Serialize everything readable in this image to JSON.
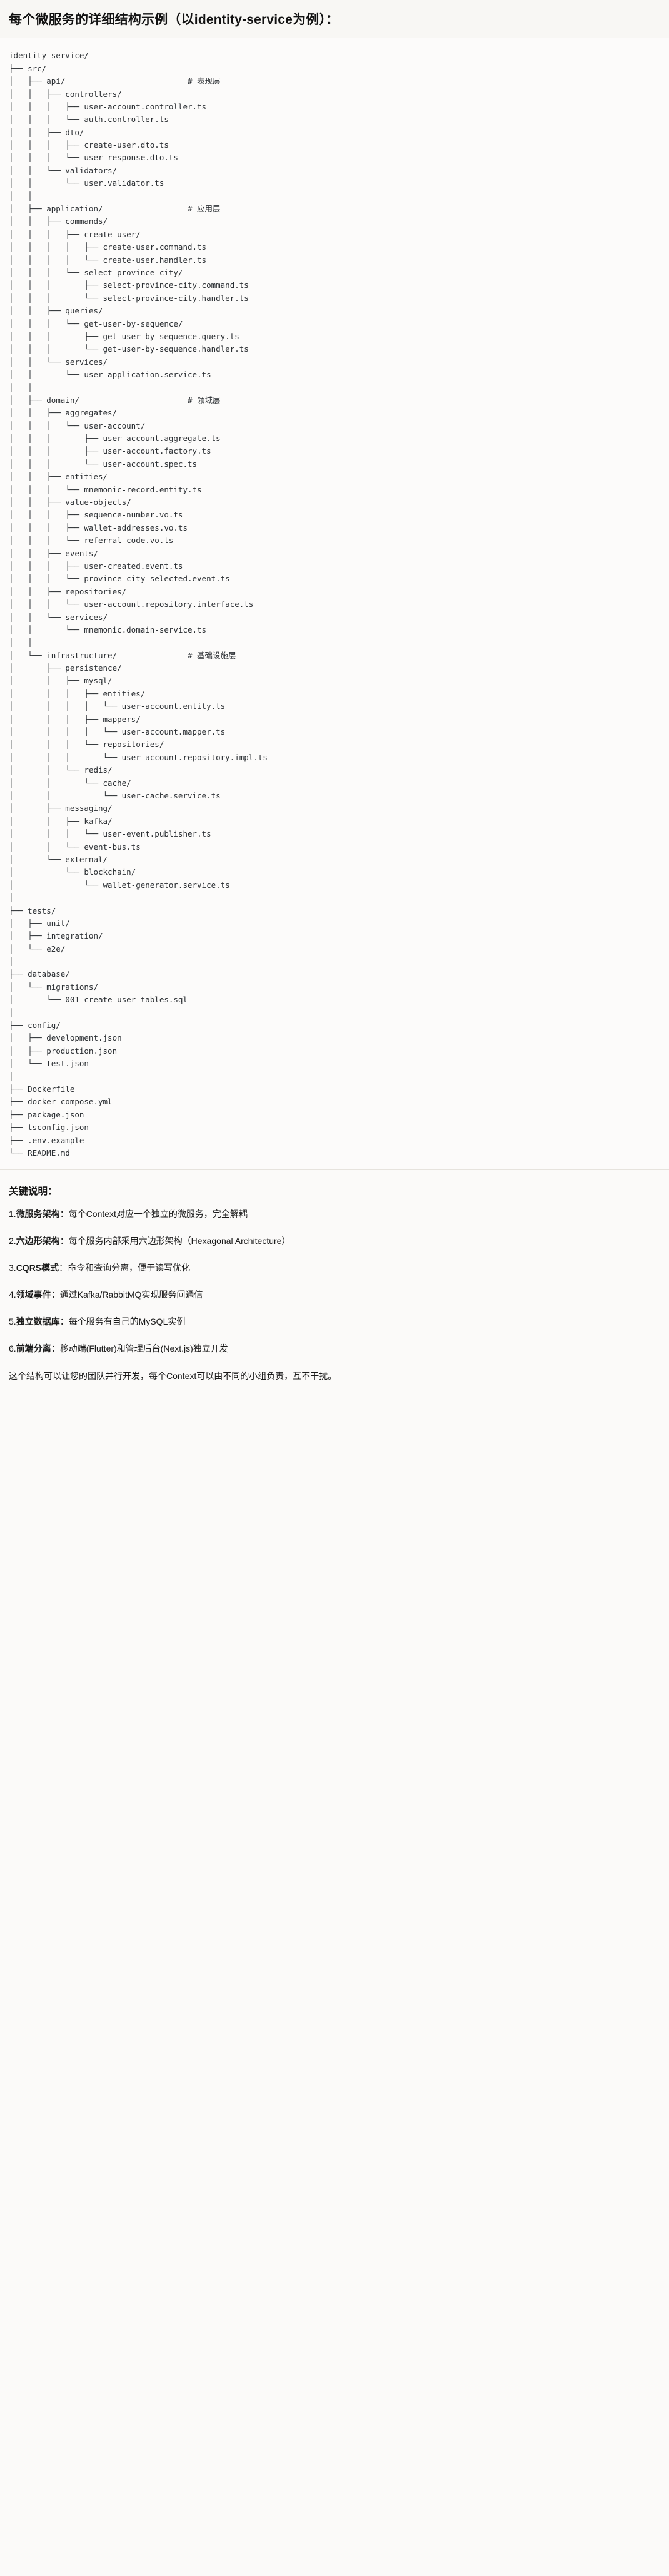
{
  "header": {
    "title": "每个微服务的详细结构示例（以identity-service为例）："
  },
  "tree": {
    "root_label": "identity-service/",
    "lines": [
      "identity-service/",
      "├── src/",
      "│   ├── api/                          # 表现层",
      "│   │   ├── controllers/",
      "│   │   │   ├── user-account.controller.ts",
      "│   │   │   └── auth.controller.ts",
      "│   │   ├── dto/",
      "│   │   │   ├── create-user.dto.ts",
      "│   │   │   └── user-response.dto.ts",
      "│   │   └── validators/",
      "│   │       └── user.validator.ts",
      "│   │",
      "│   ├── application/                  # 应用层",
      "│   │   ├── commands/",
      "│   │   │   ├── create-user/",
      "│   │   │   │   ├── create-user.command.ts",
      "│   │   │   │   └── create-user.handler.ts",
      "│   │   │   └── select-province-city/",
      "│   │   │       ├── select-province-city.command.ts",
      "│   │   │       └── select-province-city.handler.ts",
      "│   │   ├── queries/",
      "│   │   │   └── get-user-by-sequence/",
      "│   │   │       ├── get-user-by-sequence.query.ts",
      "│   │   │       └── get-user-by-sequence.handler.ts",
      "│   │   └── services/",
      "│   │       └── user-application.service.ts",
      "│   │",
      "│   ├── domain/                       # 领域层",
      "│   │   ├── aggregates/",
      "│   │   │   └── user-account/",
      "│   │   │       ├── user-account.aggregate.ts",
      "│   │   │       ├── user-account.factory.ts",
      "│   │   │       └── user-account.spec.ts",
      "│   │   ├── entities/",
      "│   │   │   └── mnemonic-record.entity.ts",
      "│   │   ├── value-objects/",
      "│   │   │   ├── sequence-number.vo.ts",
      "│   │   │   ├── wallet-addresses.vo.ts",
      "│   │   │   └── referral-code.vo.ts",
      "│   │   ├── events/",
      "│   │   │   ├── user-created.event.ts",
      "│   │   │   └── province-city-selected.event.ts",
      "│   │   ├── repositories/",
      "│   │   │   └── user-account.repository.interface.ts",
      "│   │   └── services/",
      "│   │       └── mnemonic.domain-service.ts",
      "│   │",
      "│   └── infrastructure/               # 基础设施层",
      "│       ├── persistence/",
      "│       │   ├── mysql/",
      "│       │   │   ├── entities/",
      "│       │   │   │   └── user-account.entity.ts",
      "│       │   │   ├── mappers/",
      "│       │   │   │   └── user-account.mapper.ts",
      "│       │   │   └── repositories/",
      "│       │   │       └── user-account.repository.impl.ts",
      "│       │   └── redis/",
      "│       │       └── cache/",
      "│       │           └── user-cache.service.ts",
      "│       ├── messaging/",
      "│       │   ├── kafka/",
      "│       │   │   └── user-event.publisher.ts",
      "│       │   └── event-bus.ts",
      "│       └── external/",
      "│           └── blockchain/",
      "│               └── wallet-generator.service.ts",
      "│",
      "├── tests/",
      "│   ├── unit/",
      "│   ├── integration/",
      "│   └── e2e/",
      "│",
      "├── database/",
      "│   └── migrations/",
      "│       └── 001_create_user_tables.sql",
      "│",
      "├── config/",
      "│   ├── development.json",
      "│   ├── production.json",
      "│   └── test.json",
      "│",
      "├── Dockerfile",
      "├── docker-compose.yml",
      "├── package.json",
      "├── tsconfig.json",
      "├── .env.example",
      "└── README.md"
    ],
    "layer_comments": [
      {
        "path": "src/api/",
        "comment": "# 表现层"
      },
      {
        "path": "src/application/",
        "comment": "# 应用层"
      },
      {
        "path": "src/domain/",
        "comment": "# 领域层"
      },
      {
        "path": "src/infrastructure/",
        "comment": "# 基础设施层"
      }
    ]
  },
  "notes": {
    "title": "关键说明：",
    "items": [
      {
        "index": "1.",
        "term": "微服务架构",
        "sep": "：",
        "desc": "每个Context对应一个独立的微服务，完全解耦"
      },
      {
        "index": "2.",
        "term": "六边形架构",
        "sep": "：",
        "desc": "每个服务内部采用六边形架构（Hexagonal Architecture）"
      },
      {
        "index": "3.",
        "term": "CQRS模式",
        "sep": "：",
        "desc": "命令和查询分离，便于读写优化"
      },
      {
        "index": "4.",
        "term": "领域事件",
        "sep": "：",
        "desc": "通过Kafka/RabbitMQ实现服务间通信"
      },
      {
        "index": "5.",
        "term": "独立数据库",
        "sep": "：",
        "desc": "每个服务有自己的MySQL实例"
      },
      {
        "index": "6.",
        "term": "前端分离",
        "sep": "：",
        "desc": "移动端(Flutter)和管理后台(Next.js)独立开发"
      }
    ],
    "closing": "这个结构可以让您的团队并行开发，每个Context可以由不同的小组负责，互不干扰。"
  },
  "colors": {
    "page_background": "#fbfaf9",
    "header_background": "#f8f7f4",
    "divider": "#e6e3dd",
    "tree_text": "#2b2f33",
    "body_text": "#1b1b1b"
  }
}
